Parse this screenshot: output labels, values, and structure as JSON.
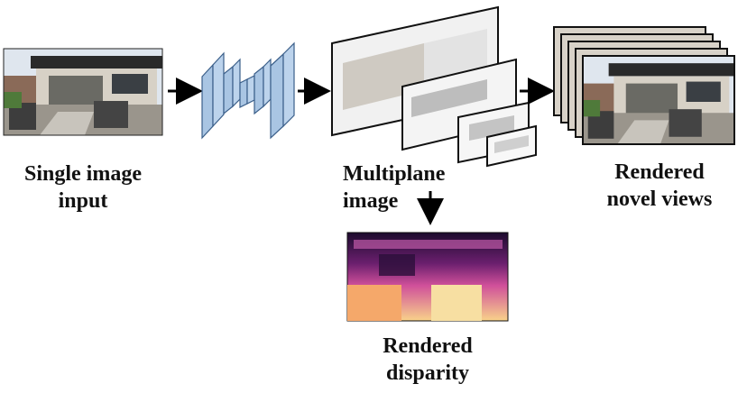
{
  "labels": {
    "input": [
      "Single image",
      "input"
    ],
    "mpi": [
      "Multiplane",
      "image"
    ],
    "views": [
      "Rendered",
      "novel views"
    ],
    "disparity": [
      "Rendered",
      "disparity"
    ]
  },
  "colors": {
    "network_fill": "#a9c5e3",
    "network_stroke": "#3b5f8a",
    "arrow": "#000000",
    "plane_border": "#111111",
    "sky": "#e8edf2",
    "roof": "#2d2d2d",
    "wall": "#d9d3ca",
    "grass": "#6f8f4e",
    "deck": "#8a7e70",
    "disparity_far": "#2a0f3a",
    "disparity_mid": "#b2399a",
    "disparity_near": "#f7c27a"
  },
  "icons": {
    "network": "encoder-decoder-network-icon",
    "arrow": "arrow-right-icon"
  }
}
